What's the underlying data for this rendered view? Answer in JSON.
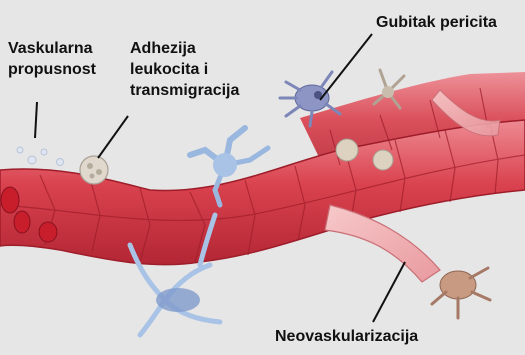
{
  "labels": {
    "vascular_permeability": [
      "Vaskularna",
      "propusnost"
    ],
    "leukocyte_adhesion": [
      "Adhezija",
      "leukocita i",
      "transmigracija"
    ],
    "pericyte_loss": "Gubitak pericita",
    "neovascularization": "Neovaskularizacija"
  },
  "colors": {
    "background": "#e6e6e6",
    "vessel": "#d9424e",
    "vessel_light": "#ea7882",
    "vessel_outline": "#9e1d2a",
    "new_vessel": "#f2b3b5",
    "pericyte": "#8c95c4",
    "glia": "#a8c3e6",
    "leukocyte": "#d8d0c4",
    "label_text": "#111111"
  }
}
